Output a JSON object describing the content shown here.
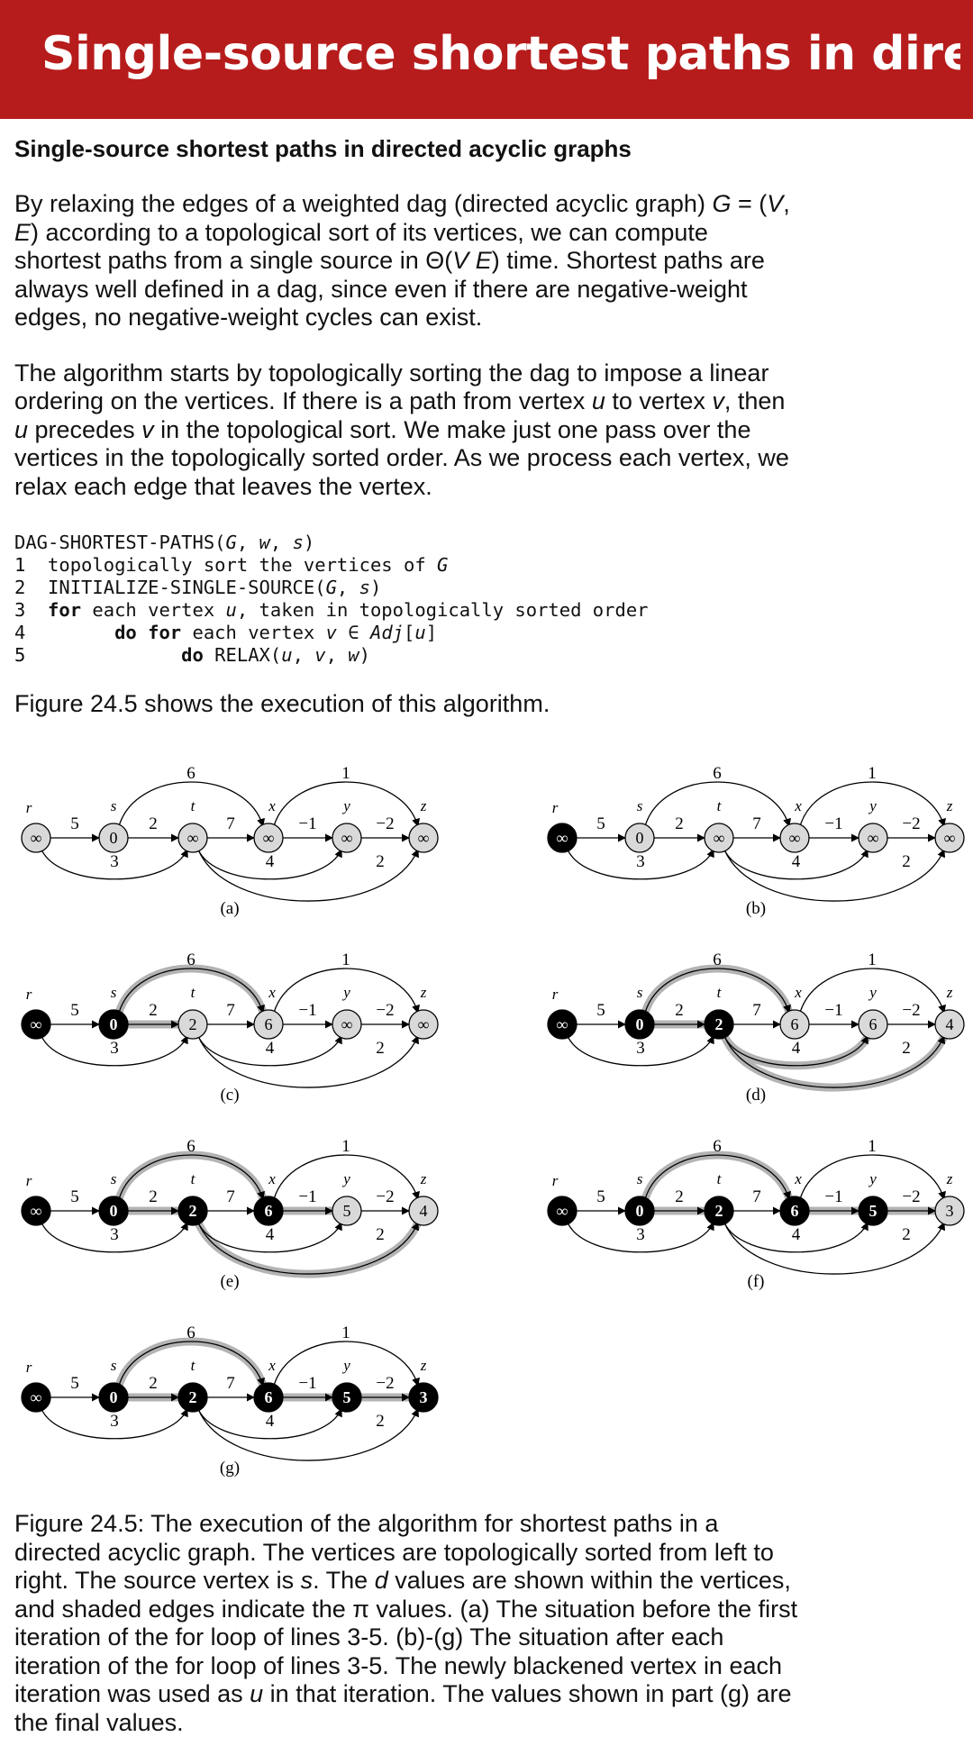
{
  "header": {
    "title": "Single-source shortest paths in directed ac..."
  },
  "section": {
    "heading": "Single-source shortest paths in directed acyclic graphs",
    "p1": [
      {
        "t": "By relaxing the edges of a weighted dag (directed acyclic graph) "
      },
      {
        "t": "G",
        "i": true
      },
      {
        "t": " = ("
      },
      {
        "t": "V",
        "i": true
      },
      {
        "t": ", "
      },
      {
        "t": "E",
        "i": true
      },
      {
        "t": ") according to a topological sort of its vertices, we can compute shortest paths from a single source in Θ("
      },
      {
        "t": "V E",
        "i": true
      },
      {
        "t": ") time. Shortest paths are always well defined in a dag, since even if there are negative-weight edges, no negative-weight cycles can exist."
      }
    ],
    "p2": [
      {
        "t": "The algorithm starts by topologically sorting the dag  to impose a linear ordering on the vertices. If there is a path from vertex "
      },
      {
        "t": "u",
        "i": true
      },
      {
        "t": " to vertex "
      },
      {
        "t": "v",
        "i": true
      },
      {
        "t": ", then "
      },
      {
        "t": "u",
        "i": true
      },
      {
        "t": " precedes "
      },
      {
        "t": "v",
        "i": true
      },
      {
        "t": " in the topological sort. We make just one pass over the vertices in the topologically sorted order. As we process each vertex, we relax each edge that leaves the vertex."
      }
    ],
    "code": [
      [
        {
          "t": "DAG-SHORTEST-PATHS("
        },
        {
          "t": "G",
          "i": true
        },
        {
          "t": ", "
        },
        {
          "t": "w",
          "i": true
        },
        {
          "t": ", "
        },
        {
          "t": "s",
          "i": true
        },
        {
          "t": ")"
        }
      ],
      [
        {
          "t": "1  topologically sort the vertices of "
        },
        {
          "t": "G",
          "i": true
        }
      ],
      [
        {
          "t": "2  INITIALIZE-SINGLE-SOURCE("
        },
        {
          "t": "G",
          "i": true
        },
        {
          "t": ", "
        },
        {
          "t": "s",
          "i": true
        },
        {
          "t": ")"
        }
      ],
      [
        {
          "t": "3  "
        },
        {
          "t": "for",
          "b": true
        },
        {
          "t": " each vertex "
        },
        {
          "t": "u",
          "i": true
        },
        {
          "t": ", taken in topologically sorted order"
        }
      ],
      [
        {
          "t": "4        "
        },
        {
          "t": "do for",
          "b": true
        },
        {
          "t": " each vertex "
        },
        {
          "t": "v",
          "i": true
        },
        {
          "t": " ∈ "
        },
        {
          "t": "Adj",
          "i": true
        },
        {
          "t": "["
        },
        {
          "t": "u",
          "i": true
        },
        {
          "t": "]"
        }
      ],
      [
        {
          "t": "5              "
        },
        {
          "t": "do",
          "b": true
        },
        {
          "t": " RELAX("
        },
        {
          "t": "u",
          "i": true
        },
        {
          "t": ", "
        },
        {
          "t": "v",
          "i": true
        },
        {
          "t": ", "
        },
        {
          "t": "w",
          "i": true
        },
        {
          "t": ")"
        }
      ]
    ],
    "figure_ref": "Figure 24.5 shows the execution of this algorithm.",
    "caption": [
      {
        "t": "Figure 24.5: The execution of the algorithm for shortest paths in a directed acyclic graph. The vertices are topologically sorted from left to right. The source vertex is "
      },
      {
        "t": "s",
        "i": true
      },
      {
        "t": ". The "
      },
      {
        "t": "d",
        "i": true
      },
      {
        "t": " values are shown within the vertices, and shaded edges indicate the π values. (a) The situation before the first iteration of the for loop of lines 3-5. (b)-(g) The situation after each iteration of the for loop of lines 3-5. The newly blackened vertex in each iteration was used as "
      },
      {
        "t": "u",
        "i": true
      },
      {
        "t": " in that iteration. The values shown in part (g) are the final values."
      }
    ]
  },
  "figure": {
    "vertices": [
      "r",
      "s",
      "t",
      "x",
      "y",
      "z"
    ],
    "edges": [
      {
        "from": "r",
        "to": "s",
        "w": "5"
      },
      {
        "from": "s",
        "to": "t",
        "w": "2"
      },
      {
        "from": "t",
        "to": "x",
        "w": "7"
      },
      {
        "from": "x",
        "to": "y",
        "w": "−1"
      },
      {
        "from": "y",
        "to": "z",
        "w": "−2"
      },
      {
        "from": "s",
        "to": "x",
        "w": "6"
      },
      {
        "from": "x",
        "to": "z",
        "w": "1"
      },
      {
        "from": "r",
        "to": "t",
        "w": "3"
      },
      {
        "from": "t",
        "to": "y",
        "w": "4"
      },
      {
        "from": "t",
        "to": "z",
        "w": "2"
      }
    ],
    "colors": {
      "black_node": "#000000",
      "gray_node": "#d9d9d9",
      "shade": "#b3b3b3"
    },
    "panels": [
      {
        "label": "(a)",
        "d": [
          "∞",
          "0",
          "∞",
          "∞",
          "∞",
          "∞"
        ],
        "black": [],
        "shaded": []
      },
      {
        "label": "(b)",
        "d": [
          "∞",
          "0",
          "∞",
          "∞",
          "∞",
          "∞"
        ],
        "black": [
          "r"
        ],
        "shaded": []
      },
      {
        "label": "(c)",
        "d": [
          "∞",
          "0",
          "2",
          "6",
          "∞",
          "∞"
        ],
        "black": [
          "r",
          "s"
        ],
        "shaded": [
          "s-t",
          "s-x"
        ]
      },
      {
        "label": "(d)",
        "d": [
          "∞",
          "0",
          "2",
          "6",
          "6",
          "4"
        ],
        "black": [
          "r",
          "s",
          "t"
        ],
        "shaded": [
          "s-t",
          "s-x",
          "t-y",
          "t-z"
        ]
      },
      {
        "label": "(e)",
        "d": [
          "∞",
          "0",
          "2",
          "6",
          "5",
          "4"
        ],
        "black": [
          "r",
          "s",
          "t",
          "x"
        ],
        "shaded": [
          "s-t",
          "s-x",
          "x-y",
          "t-z"
        ]
      },
      {
        "label": "(f)",
        "d": [
          "∞",
          "0",
          "2",
          "6",
          "5",
          "3"
        ],
        "black": [
          "r",
          "s",
          "t",
          "x",
          "y"
        ],
        "shaded": [
          "s-t",
          "s-x",
          "x-y",
          "y-z"
        ]
      },
      {
        "label": "(g)",
        "d": [
          "∞",
          "0",
          "2",
          "6",
          "5",
          "3"
        ],
        "black": [
          "r",
          "s",
          "t",
          "x",
          "y",
          "z"
        ],
        "shaded": [
          "s-t",
          "s-x",
          "x-y",
          "y-z"
        ]
      }
    ]
  }
}
